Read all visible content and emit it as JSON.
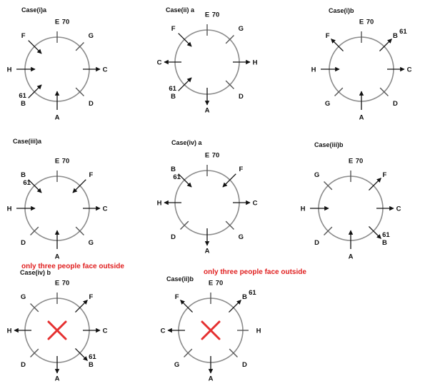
{
  "panels": [
    {
      "title": "Case(i)a",
      "people": [
        {
          "pos": 0,
          "label": "E",
          "mode": "tick"
        },
        {
          "pos": 1,
          "label": "G",
          "mode": "tick"
        },
        {
          "pos": 2,
          "label": "C",
          "mode": "out"
        },
        {
          "pos": 3,
          "label": "D",
          "mode": "tick"
        },
        {
          "pos": 4,
          "label": "A",
          "mode": "in"
        },
        {
          "pos": 5,
          "label": "B",
          "mode": "in"
        },
        {
          "pos": 6,
          "label": "H",
          "mode": "in"
        },
        {
          "pos": 7,
          "label": "F",
          "mode": "in"
        }
      ],
      "extras": [
        {
          "pos": 0,
          "text": "70"
        },
        {
          "pos": 5,
          "text": "61"
        }
      ]
    },
    {
      "title": "Case(ii) a",
      "people": [
        {
          "pos": 0,
          "label": "E",
          "mode": "tick"
        },
        {
          "pos": 1,
          "label": "G",
          "mode": "tick"
        },
        {
          "pos": 2,
          "label": "H",
          "mode": "out"
        },
        {
          "pos": 3,
          "label": "D",
          "mode": "tick"
        },
        {
          "pos": 4,
          "label": "A",
          "mode": "out"
        },
        {
          "pos": 5,
          "label": "B",
          "mode": "in"
        },
        {
          "pos": 6,
          "label": "C",
          "mode": "out"
        },
        {
          "pos": 7,
          "label": "F",
          "mode": "in"
        }
      ],
      "extras": [
        {
          "pos": 0,
          "text": "70"
        },
        {
          "pos": 5,
          "text": "61"
        }
      ]
    },
    {
      "title": "Case(i)b",
      "people": [
        {
          "pos": 0,
          "label": "E",
          "mode": "tick"
        },
        {
          "pos": 1,
          "label": "B",
          "mode": "out"
        },
        {
          "pos": 2,
          "label": "C",
          "mode": "out"
        },
        {
          "pos": 3,
          "label": "D",
          "mode": "tick"
        },
        {
          "pos": 4,
          "label": "A",
          "mode": "in"
        },
        {
          "pos": 5,
          "label": "G",
          "mode": "tick"
        },
        {
          "pos": 6,
          "label": "H",
          "mode": "in"
        },
        {
          "pos": 7,
          "label": "F",
          "mode": "out"
        }
      ],
      "extras": [
        {
          "pos": 0,
          "text": "70"
        },
        {
          "pos": 1,
          "text": "61"
        }
      ]
    },
    {
      "title": "Case(iii)a",
      "people": [
        {
          "pos": 0,
          "label": "E",
          "mode": "tick"
        },
        {
          "pos": 1,
          "label": "F",
          "mode": "in"
        },
        {
          "pos": 2,
          "label": "C",
          "mode": "out"
        },
        {
          "pos": 3,
          "label": "G",
          "mode": "tick"
        },
        {
          "pos": 4,
          "label": "A",
          "mode": "in"
        },
        {
          "pos": 5,
          "label": "D",
          "mode": "tick"
        },
        {
          "pos": 6,
          "label": "H",
          "mode": "in"
        },
        {
          "pos": 7,
          "label": "B",
          "mode": "in"
        }
      ],
      "extras": [
        {
          "pos": 0,
          "text": "70"
        },
        {
          "pos": 7,
          "text": "61"
        }
      ]
    },
    {
      "title": "Case(iv) a",
      "people": [
        {
          "pos": 0,
          "label": "E",
          "mode": "tick"
        },
        {
          "pos": 1,
          "label": "F",
          "mode": "in"
        },
        {
          "pos": 2,
          "label": "C",
          "mode": "out"
        },
        {
          "pos": 3,
          "label": "G",
          "mode": "tick"
        },
        {
          "pos": 4,
          "label": "A",
          "mode": "out"
        },
        {
          "pos": 5,
          "label": "D",
          "mode": "tick"
        },
        {
          "pos": 6,
          "label": "H",
          "mode": "out"
        },
        {
          "pos": 7,
          "label": "B",
          "mode": "in"
        }
      ],
      "extras": [
        {
          "pos": 0,
          "text": "70"
        },
        {
          "pos": 7,
          "text": "61"
        }
      ]
    },
    {
      "title": "Case(iii)b",
      "people": [
        {
          "pos": 0,
          "label": "E",
          "mode": "tick"
        },
        {
          "pos": 1,
          "label": "F",
          "mode": "out"
        },
        {
          "pos": 2,
          "label": "C",
          "mode": "out"
        },
        {
          "pos": 3,
          "label": "B",
          "mode": "out"
        },
        {
          "pos": 4,
          "label": "A",
          "mode": "in"
        },
        {
          "pos": 5,
          "label": "D",
          "mode": "tick"
        },
        {
          "pos": 6,
          "label": "H",
          "mode": "in"
        },
        {
          "pos": 7,
          "label": "G",
          "mode": "tick"
        }
      ],
      "extras": [
        {
          "pos": 0,
          "text": "70"
        },
        {
          "pos": 3,
          "text": "61"
        }
      ]
    },
    {
      "title": "Case(iv) b",
      "cross": true,
      "people": [
        {
          "pos": 0,
          "label": "E",
          "mode": "tick"
        },
        {
          "pos": 1,
          "label": "F",
          "mode": "out"
        },
        {
          "pos": 2,
          "label": "C",
          "mode": "out"
        },
        {
          "pos": 3,
          "label": "B",
          "mode": "out"
        },
        {
          "pos": 4,
          "label": "A",
          "mode": "out"
        },
        {
          "pos": 5,
          "label": "D",
          "mode": "tick"
        },
        {
          "pos": 6,
          "label": "H",
          "mode": "out"
        },
        {
          "pos": 7,
          "label": "G",
          "mode": "tick"
        }
      ],
      "extras": [
        {
          "pos": 0,
          "text": "70"
        },
        {
          "pos": 3,
          "text": "61"
        }
      ]
    },
    {
      "title": "Case(ii)b",
      "cross": true,
      "people": [
        {
          "pos": 0,
          "label": "E",
          "mode": "tick"
        },
        {
          "pos": 1,
          "label": "B",
          "mode": "out"
        },
        {
          "pos": 2,
          "label": "H",
          "mode": "tick"
        },
        {
          "pos": 3,
          "label": "D",
          "mode": "tick"
        },
        {
          "pos": 4,
          "label": "A",
          "mode": "out"
        },
        {
          "pos": 5,
          "label": "G",
          "mode": "tick"
        },
        {
          "pos": 6,
          "label": "C",
          "mode": "out"
        },
        {
          "pos": 7,
          "label": "F",
          "mode": "out"
        }
      ],
      "extras": [
        {
          "pos": 0,
          "text": "70"
        },
        {
          "pos": 1,
          "text": "61"
        }
      ]
    }
  ],
  "notes": [
    "only three people face outside",
    "only three people face outside"
  ]
}
